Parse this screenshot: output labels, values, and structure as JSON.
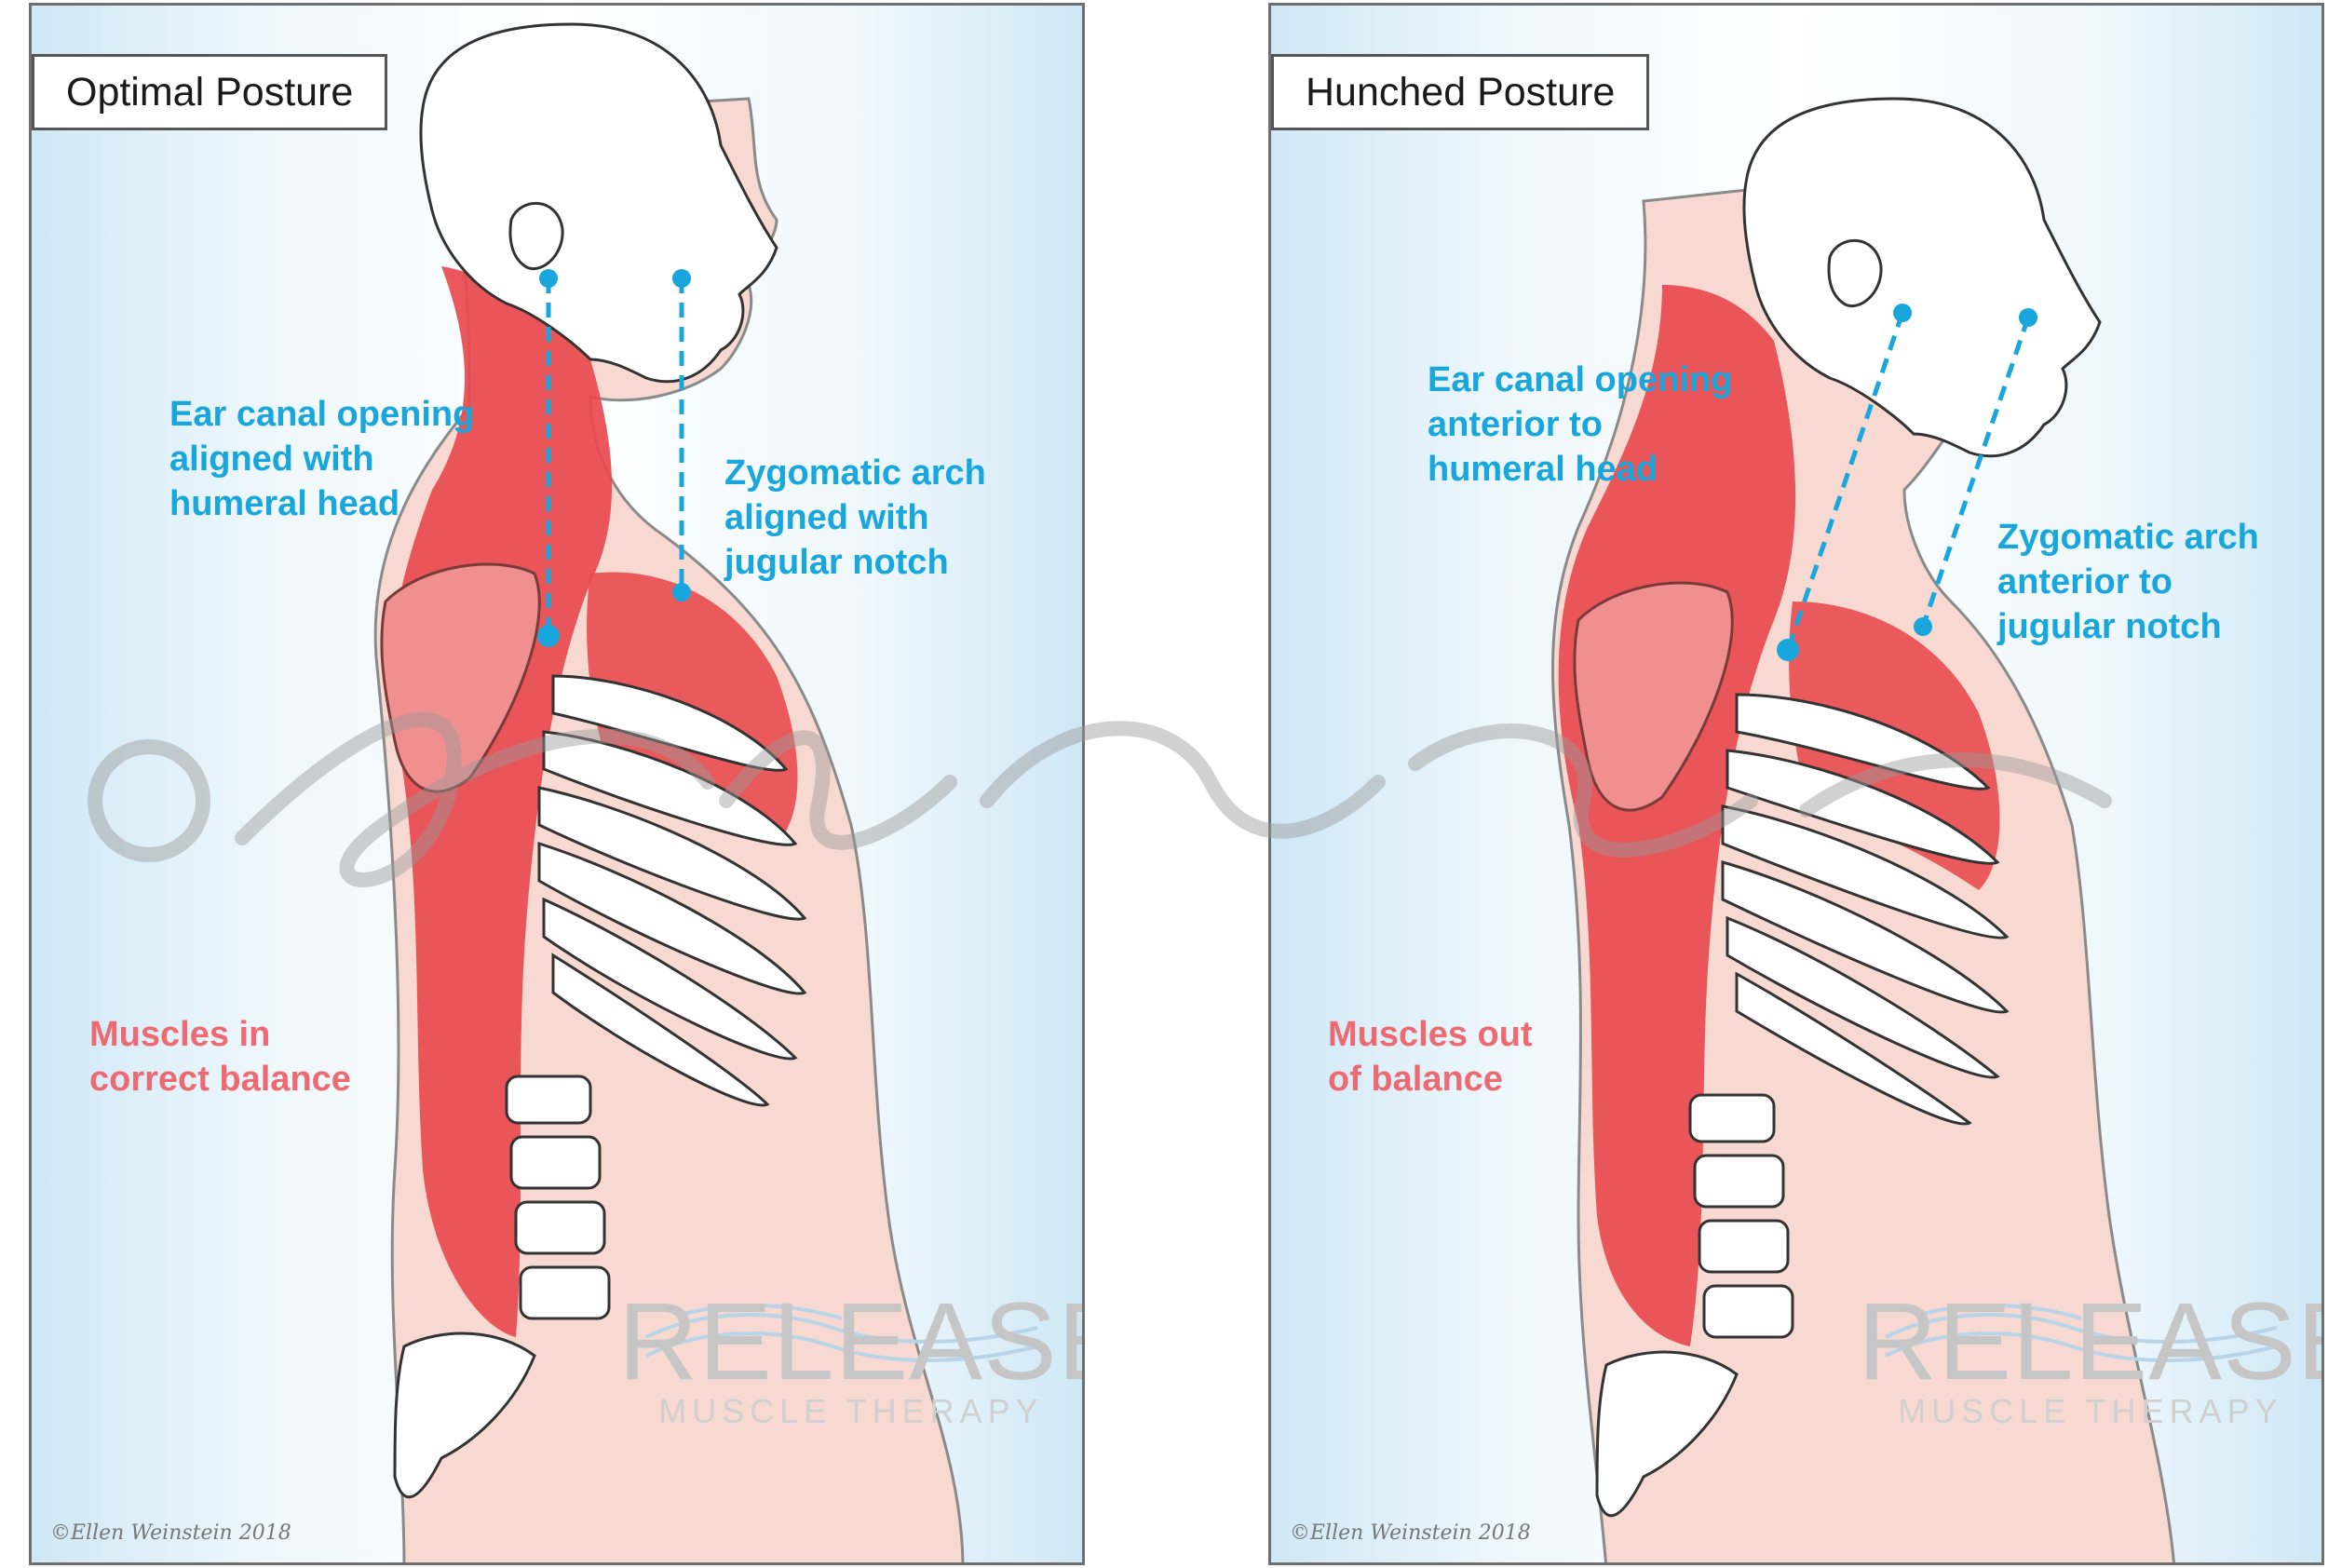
{
  "panels": [
    {
      "title": "Optimal Posture",
      "ear_annotation": [
        "Ear canal opening",
        "aligned with",
        "humeral head"
      ],
      "zygomatic_annotation": [
        "Zygomatic arch",
        "aligned with",
        "jugular notch"
      ],
      "muscle_annotation": [
        "Muscles in",
        "correct balance"
      ],
      "brand_name": "RELEASE",
      "brand_sub": "MUSCLE THERAPY",
      "signature": "©Ellen Weinstein 2018"
    },
    {
      "title": "Hunched Posture",
      "ear_annotation": [
        "Ear canal opening",
        "anterior to",
        "humeral head"
      ],
      "zygomatic_annotation": [
        "Zygomatic arch",
        "anterior to",
        "jugular notch"
      ],
      "muscle_annotation": [
        "Muscles out",
        "of balance"
      ],
      "brand_name": "RELEASE",
      "brand_sub": "MUSCLE THERAPY",
      "signature": "©Ellen Weinstein 2018"
    }
  ],
  "watermark": "©Ellen Weinstein 2018",
  "colors": {
    "annotation_blue": "#19a6dc",
    "annotation_red": "#ee6a73",
    "muscle": "#e84a4f",
    "skin": "#f7d9d2",
    "background_blue": "#cfe8f6"
  }
}
